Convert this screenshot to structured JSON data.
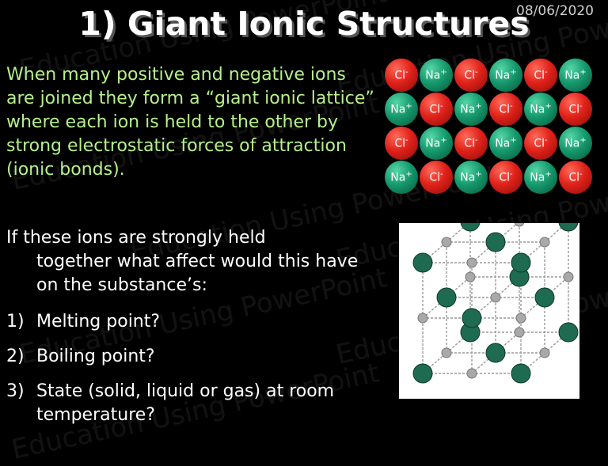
{
  "slide": {
    "date": "08/06/2020",
    "title": "1) Giant Ionic Structures",
    "watermark": "Education Using PowerPoint",
    "intro": "When many positive and negative ions are joined they form a “giant ionic lattice” where each ion is held to the other by strong electrostatic forces of attraction (ionic bonds).",
    "question_first": "If these ions are strongly held",
    "question_rest": "together what affect would this have on the substance’s:",
    "items": [
      {
        "num": "1)",
        "text": "Melting point?"
      },
      {
        "num": "2)",
        "text": "Boiling point?"
      },
      {
        "num": "3)",
        "text": "State (solid, liquid or gas) at room temperature?"
      }
    ]
  },
  "ions": {
    "cl": {
      "symbol": "Cl",
      "charge": "-",
      "color": "#e0221a"
    },
    "na": {
      "symbol": "Na",
      "charge": "+",
      "color": "#169a6e"
    },
    "rows": [
      [
        "cl",
        "na",
        "cl",
        "na",
        "cl",
        "na"
      ],
      [
        "na",
        "cl",
        "na",
        "cl",
        "na",
        "cl"
      ],
      [
        "cl",
        "na",
        "cl",
        "na",
        "cl",
        "na"
      ],
      [
        "na",
        "cl",
        "na",
        "cl",
        "na",
        "cl"
      ]
    ]
  },
  "lattice": {
    "large_ion_color": "#1f6b52",
    "small_ion_color": "#a9a9a9"
  }
}
